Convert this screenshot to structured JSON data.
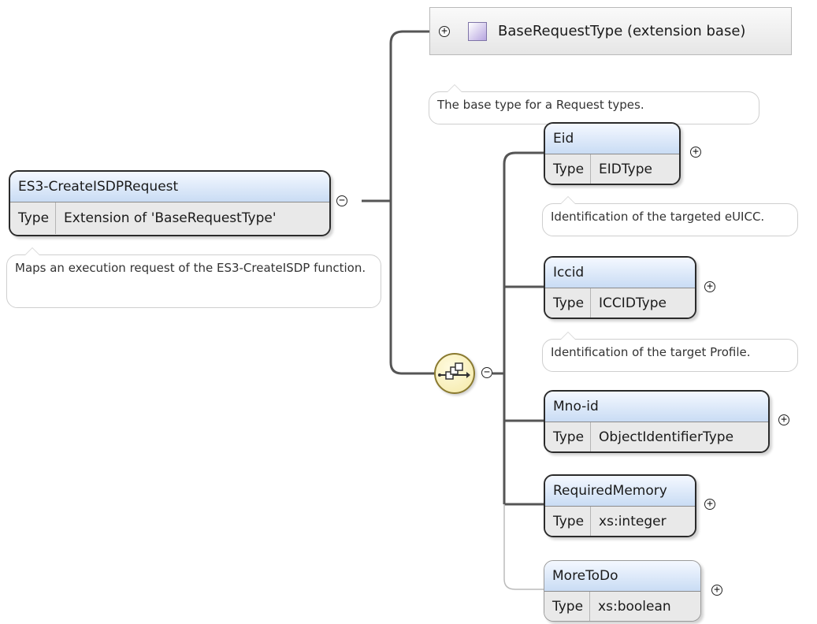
{
  "root": {
    "name": "ES3-CreateISDPRequest",
    "type_key": "Type",
    "type_value": "Extension of 'BaseRequestType'",
    "annotation": "Maps an execution request of the ES3-CreateISDP function."
  },
  "base": {
    "label": "BaseRequestType (extension base)",
    "annotation": "The base type for a Request types."
  },
  "children": [
    {
      "name": "Eid",
      "type_key": "Type",
      "type_value": "EIDType",
      "annotation": "Identification of the targeted eUICC."
    },
    {
      "name": "Iccid",
      "type_key": "Type",
      "type_value": "ICCIDType",
      "annotation": "Identification of the target Profile."
    },
    {
      "name": "Mno-id",
      "type_key": "Type",
      "type_value": "ObjectIdentifierType",
      "annotation": ""
    },
    {
      "name": "RequiredMemory",
      "type_key": "Type",
      "type_value": "xs:integer",
      "annotation": ""
    },
    {
      "name": "MoreToDo",
      "type_key": "Type",
      "type_value": "xs:boolean",
      "annotation": ""
    }
  ],
  "icons": {
    "expand": "plus-circle-icon",
    "collapse": "minus-circle-icon",
    "sequence": "sequence-compositor-icon",
    "complex_type": "complex-type-square-icon"
  },
  "colors": {
    "element_header": "#c9dcf4",
    "element_body": "#e9e9e9",
    "compositor": "#f4e9a6",
    "connector": "#555555"
  }
}
